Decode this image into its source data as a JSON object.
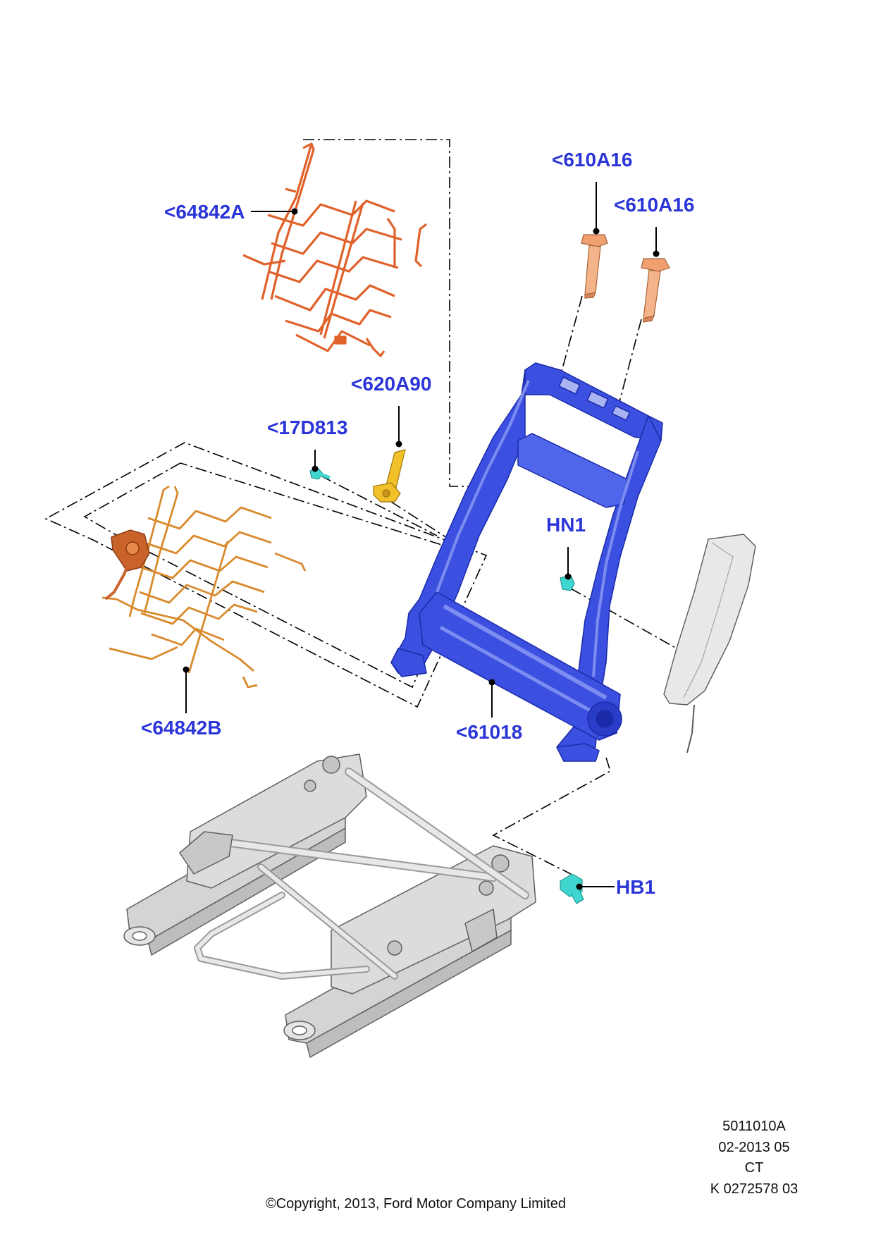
{
  "labels": {
    "part_64842A": "<64842A",
    "part_610A16_a": "<610A16",
    "part_610A16_b": "<610A16",
    "part_620A90": "<620A90",
    "part_17D813": "<17D813",
    "part_HN1": "HN1",
    "part_64842B": "<64842B",
    "part_61018": "<61018",
    "part_HB1": "HB1"
  },
  "footer": {
    "ref_line1": "5011010A",
    "ref_line2": "02-2013 05",
    "ref_line3": "CT",
    "ref_line4": "K 0272578 03",
    "copyright": "©Copyright, 2013, Ford Motor Company Limited"
  },
  "colors": {
    "label_blue": "#2b35d8",
    "frame_blue": "#3b50e0",
    "spring_orange": "#e0612a",
    "lumbar_orange": "#d98a2c",
    "bolt_orange": "#f0a070",
    "lever_yellow": "#f2c028",
    "clip_cyan": "#3fd6d0",
    "track_grey": "#cfcfcf"
  }
}
